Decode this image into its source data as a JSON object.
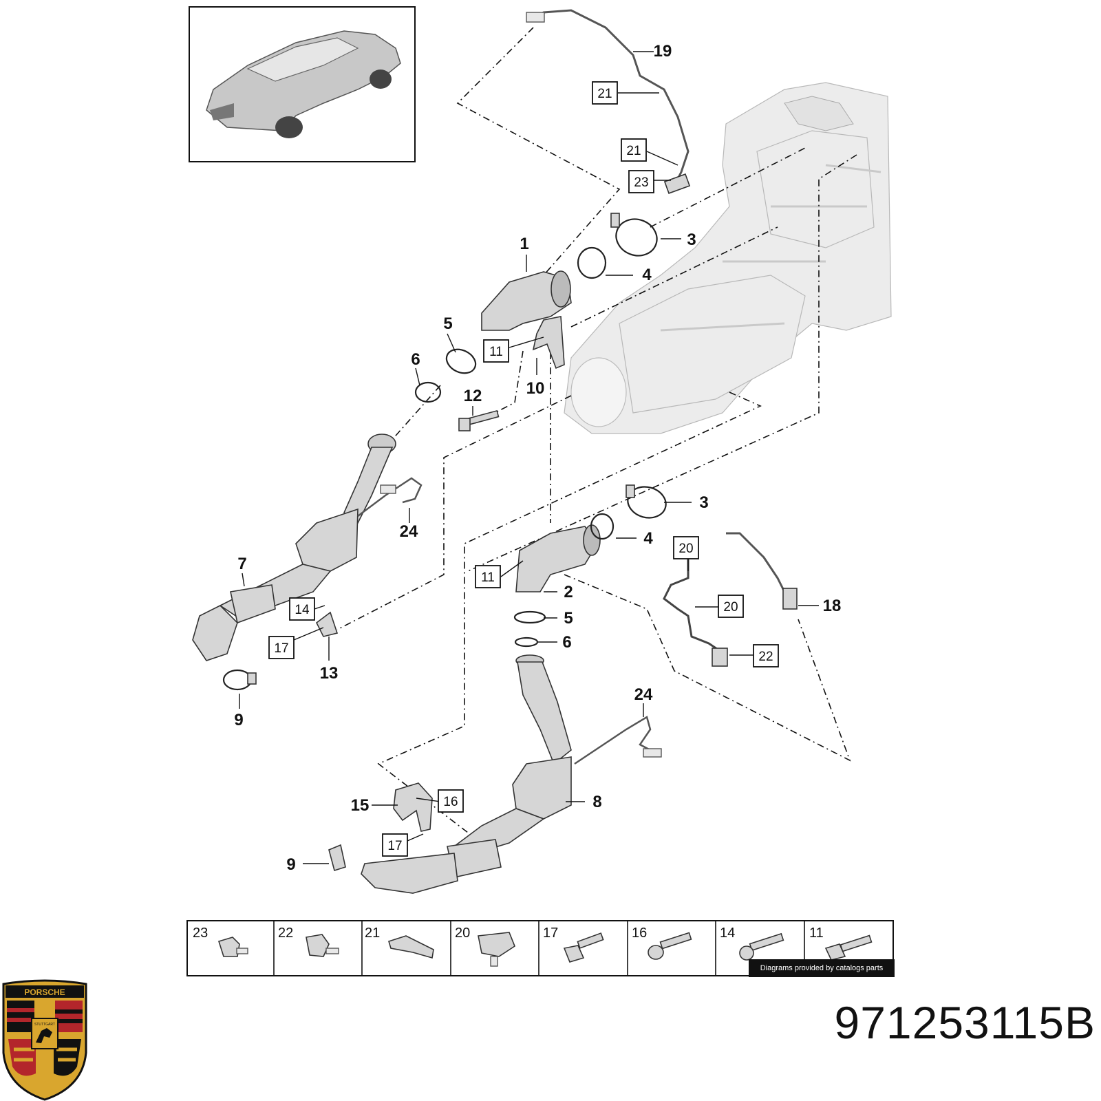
{
  "callouts": {
    "n1": "1",
    "n2": "2",
    "n3a": "3",
    "n3b": "3",
    "n4a": "4",
    "n4b": "4",
    "n5a": "5",
    "n5b": "5",
    "n6a": "6",
    "n6b": "6",
    "n7": "7",
    "n8": "8",
    "n9a": "9",
    "n9b": "9",
    "n10": "10",
    "n12": "12",
    "n13": "13",
    "n15": "15",
    "n18": "18",
    "n19": "19",
    "n24a": "24",
    "n24b": "24",
    "b11a": "11",
    "b11b": "11",
    "b14": "14",
    "b16": "16",
    "b17a": "17",
    "b17b": "17",
    "b20a": "20",
    "b20b": "20",
    "b21a": "21",
    "b21b": "21",
    "b22": "22",
    "b23": "23"
  },
  "legend": {
    "cells": [
      {
        "label": "23"
      },
      {
        "label": "22"
      },
      {
        "label": "21"
      },
      {
        "label": "20"
      },
      {
        "label": "17"
      },
      {
        "label": "16"
      },
      {
        "label": "14"
      },
      {
        "label": "11"
      }
    ],
    "credit": "Diagrams provided by catalogs parts"
  },
  "brand": {
    "logo_text": "PORSCHE",
    "logo_city": "STUTTGART",
    "part_number": "971253115B"
  },
  "colors": {
    "logo_red": "#b3262b",
    "logo_gold": "#d9a62e",
    "logo_black": "#111111"
  }
}
